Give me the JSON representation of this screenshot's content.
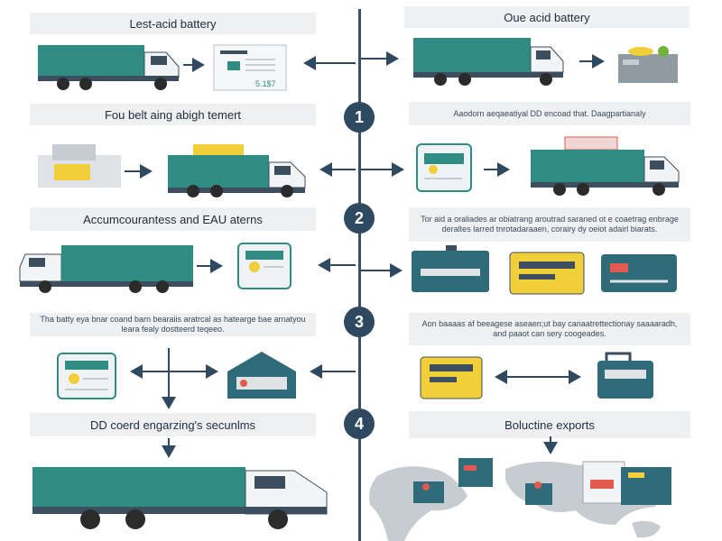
{
  "colors": {
    "truck_body": "#2f8c82",
    "truck_cab": "#f2f4f5",
    "accent": "#2f4a60",
    "band_bg": "#eef0f2",
    "yellow": "#f1cf3a",
    "red": "#e05a4f"
  },
  "rows": [
    {
      "left_title": "Lest-acid battery",
      "right_title": "Oue acid battery"
    },
    {
      "left_title": "Fou belt aing abigh temert",
      "right_title": "Aaodorn aeqaeatiyal DD encoad that. Daagpartianaly"
    },
    {
      "left_title": "Accumcourantess and EAU aterns",
      "right_title": "Tor aid a oraliades ar obiatrang aroutrad saraned ot e coaetrag enbrage deraltes larred tnrotadaraaen, corairy dy oeiot adairl biarats."
    },
    {
      "left_title": "Tha batty eya bnar coand barn bearaiis aratrcal as hatearge bae arnatyou leara fealy dostteerd teqeeo.",
      "right_title": "Aon baaaas af beeagese aseaen;ut bay canaatrettectionay saaaaradh, and paaot can sery coogeades."
    },
    {
      "left_title": "DD coerd engarzing's secunlms",
      "right_title": "Boluctine exports"
    }
  ],
  "steps": [
    "1",
    "2",
    "3",
    "4"
  ],
  "doc_price": "5.1$7",
  "icons": [
    "truck-icon",
    "document-icon",
    "battery-icon",
    "id-card-icon",
    "warehouse-icon",
    "world-map-icon",
    "arrow-icon"
  ]
}
